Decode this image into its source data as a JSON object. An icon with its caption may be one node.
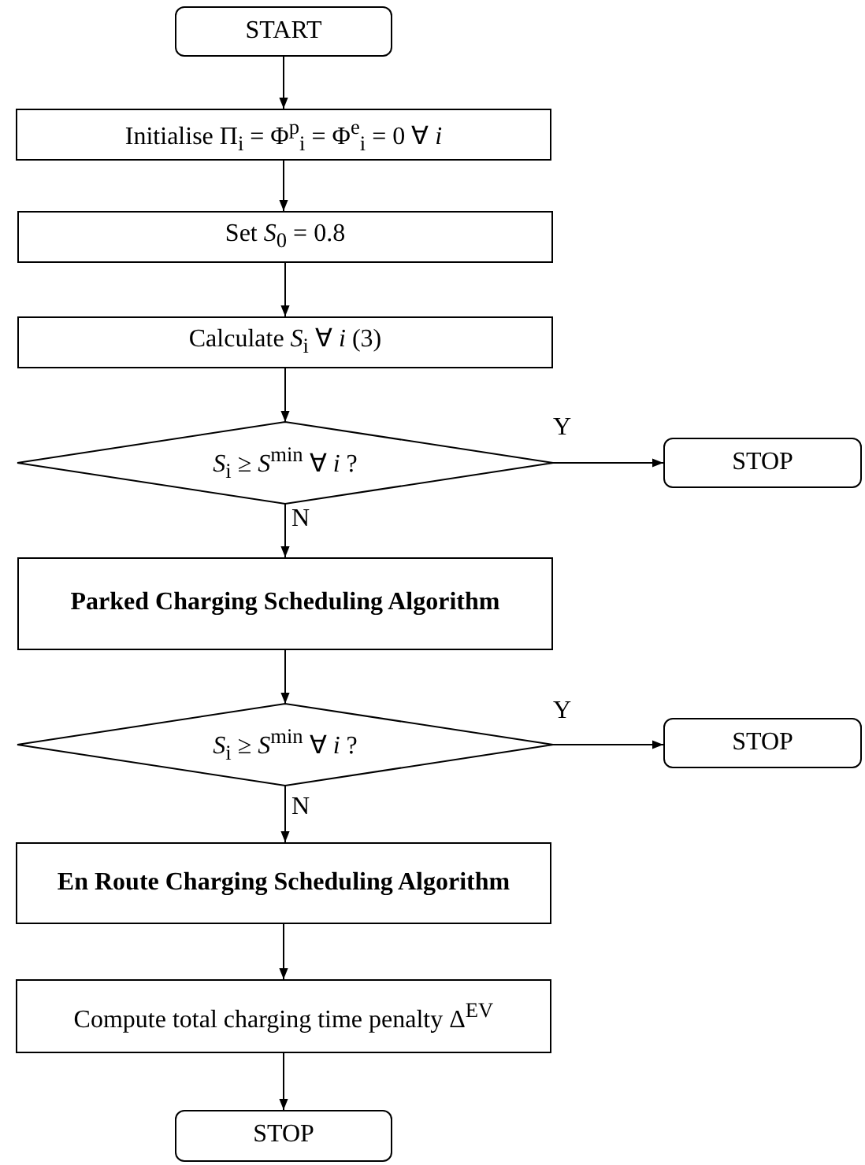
{
  "diagram": {
    "nodes": [
      {
        "text": [
          "START"
        ]
      },
      {
        "text": [
          "Initialise Π$_{i}$ = Φ$^{p}$$_{i}$ = Φ$^{e}$$_{i}$ = 0 ∀ *i*"
        ]
      },
      {
        "text": [
          "Set *S*$_{0}$ = 0.8"
        ]
      },
      {
        "text": [
          "Calculate *S*$_{i}$ ∀ *i* (3)"
        ]
      },
      {
        "text": [
          "*S*$_{i}$ ≥ *S*$^{min}$ ∀ *i* ?"
        ]
      },
      {
        "text": [
          "STOP"
        ]
      },
      {
        "text": [
          "Parked Charging Scheduling Algorithm"
        ]
      },
      {
        "text": [
          "*S*$_{i}$ ≥ *S*$^{min}$ ∀ *i* ?"
        ]
      },
      {
        "text": [
          "STOP"
        ]
      },
      {
        "text": [
          "En Route Charging Scheduling Algorithm"
        ]
      },
      {
        "text": [
          "Compute total charging time penalty Δ$^{EV}$"
        ]
      },
      {
        "text": [
          "STOP"
        ]
      }
    ],
    "edges": [
      {
        "from": 0,
        "to": 1,
        "arrow": "to"
      },
      {
        "from": 1,
        "to": 2,
        "arrow": "to"
      },
      {
        "from": 2,
        "to": 3,
        "arrow": "to"
      },
      {
        "from": 3,
        "to": 4,
        "arrow": "to"
      },
      {
        "from": 4,
        "to": 5,
        "arrow": "to",
        "label": "Y"
      },
      {
        "from": 4,
        "to": 6,
        "arrow": "to",
        "label": "N"
      },
      {
        "from": 6,
        "to": 7,
        "arrow": "to"
      },
      {
        "from": 7,
        "to": 8,
        "arrow": "to",
        "label": "Y"
      },
      {
        "from": 7,
        "to": 9,
        "arrow": "to",
        "label": "N"
      },
      {
        "from": 9,
        "to": 10,
        "arrow": "to"
      },
      {
        "from": 10,
        "to": 11,
        "arrow": "to"
      }
    ]
  }
}
